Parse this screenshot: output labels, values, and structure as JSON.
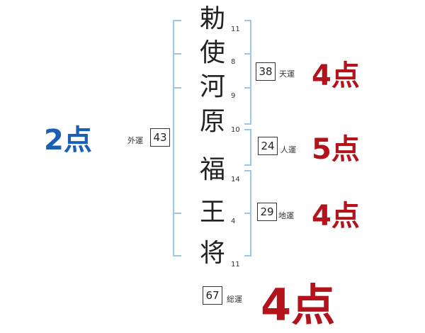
{
  "name": [
    {
      "char": "勅",
      "strokes": "11"
    },
    {
      "char": "使",
      "strokes": "8"
    },
    {
      "char": "河",
      "strokes": "9"
    },
    {
      "char": "原",
      "strokes": "10"
    },
    {
      "char": "福",
      "strokes": "14"
    },
    {
      "char": "王",
      "strokes": "4"
    },
    {
      "char": "将",
      "strokes": "11"
    }
  ],
  "fortunes": {
    "tenun": {
      "label": "天運",
      "value": "38",
      "score": "4点"
    },
    "jinun": {
      "label": "人運",
      "value": "24",
      "score": "5点"
    },
    "chiun": {
      "label": "地運",
      "value": "29",
      "score": "4点"
    },
    "gaiun": {
      "label": "外運",
      "value": "43",
      "score": "2点"
    },
    "souun": {
      "label": "総運",
      "value": "67",
      "score": "4点"
    }
  },
  "colors": {
    "bracket": "#9cc7e8",
    "red": "#b3141c",
    "blue": "#1a5fb4"
  }
}
